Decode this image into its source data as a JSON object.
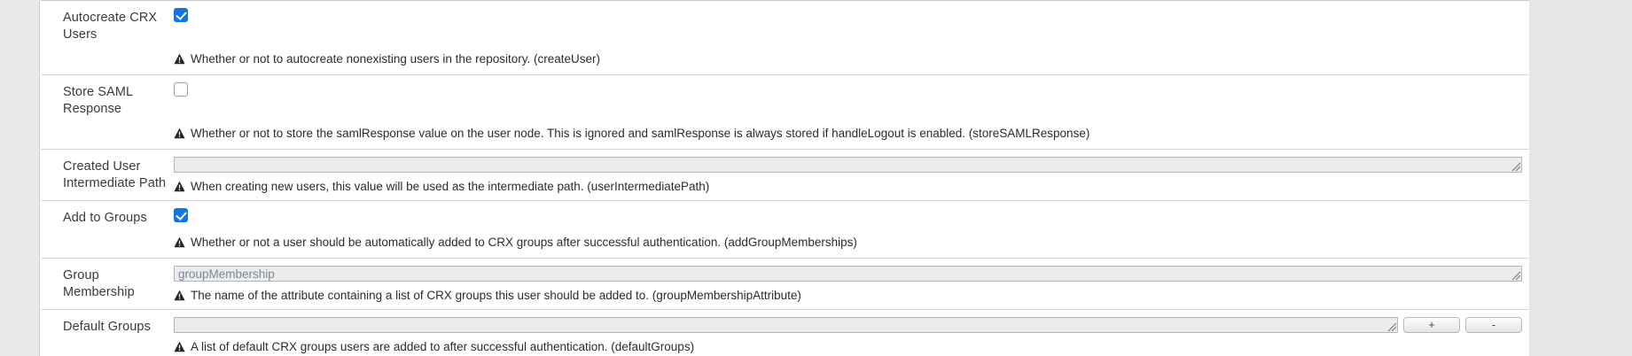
{
  "meta": {
    "warn_icon": "warning-triangle-icon",
    "resize_icon": "resize-handle-icon",
    "checked_color": "#1473e6",
    "field_bg": "#ececec",
    "row_border": "#d8d8d8"
  },
  "rows": [
    {
      "label": "Autocreate CRX Users",
      "control": "checkbox",
      "checked": true,
      "description": "Whether or not to autocreate nonexisting users in the repository. (createUser)"
    },
    {
      "label": "Store SAML Response",
      "control": "checkbox",
      "checked": false,
      "description": "Whether or not to store the samlResponse value on the user node. This is ignored and samlResponse is always stored if handleLogout is enabled. (storeSAMLResponse)"
    },
    {
      "label": "Created User Intermediate Path",
      "control": "text",
      "value": "",
      "placeholder": "",
      "description": "When creating new users, this value will be used as the intermediate path. (userIntermediatePath)"
    },
    {
      "label": "Add to Groups",
      "control": "checkbox",
      "checked": true,
      "description": "Whether or not a user should be automatically added to CRX groups after successful authentication. (addGroupMemberships)"
    },
    {
      "label": "Group Membership",
      "control": "text",
      "value": "groupMembership",
      "placeholder": "",
      "description": "The name of the attribute containing a list of CRX groups this user should be added to. (groupMembershipAttribute)"
    },
    {
      "label": "Default Groups",
      "control": "text-multi",
      "value": "",
      "placeholder": "",
      "add_label": "+",
      "remove_label": "-",
      "description": "A list of default CRX groups users are added to after successful authentication. (defaultGroups)"
    }
  ]
}
